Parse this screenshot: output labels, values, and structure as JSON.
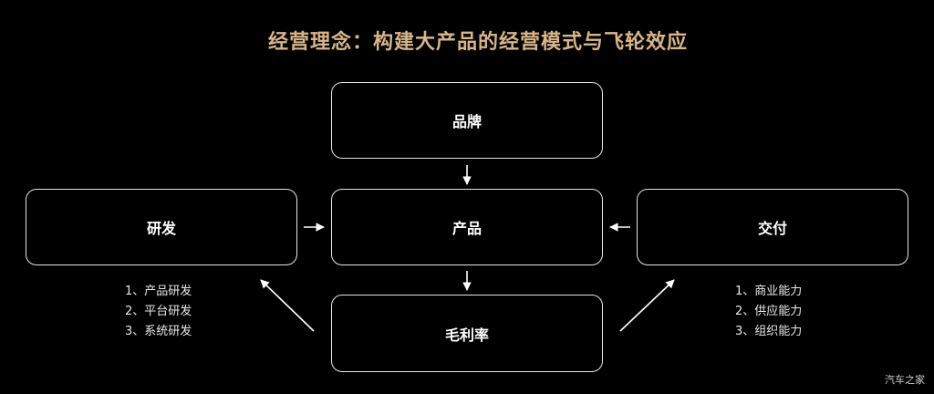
{
  "title": "经营理念：构建大产品的经营模式与飞轮效应",
  "nodes": {
    "brand": "品牌",
    "product": "产品",
    "margin": "毛利率",
    "rd": "研发",
    "delivery": "交付"
  },
  "rd_items": [
    "1、产品研发",
    "2、平台研发",
    "3、系统研发"
  ],
  "delivery_items": [
    "1、商业能力",
    "2、供应能力",
    "3、组织能力"
  ],
  "watermark": "汽车之家",
  "colors": {
    "title": "#d9b58a",
    "background": "#000000",
    "border": "#e6e6e6"
  }
}
